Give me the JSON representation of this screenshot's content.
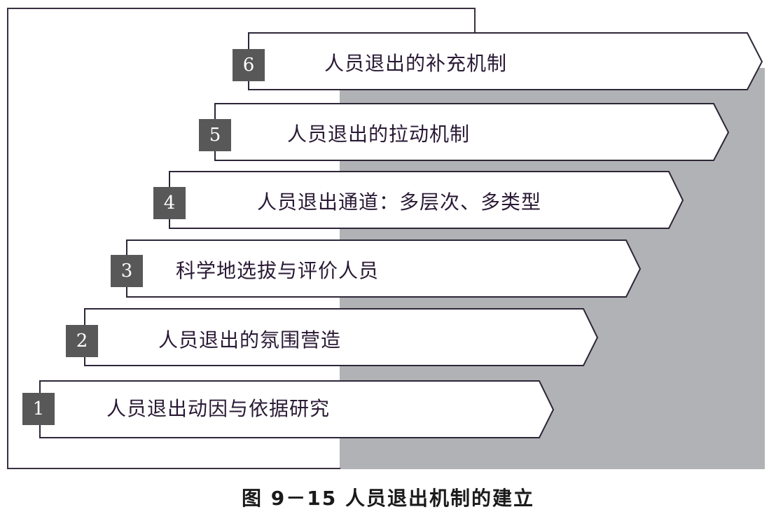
{
  "diagram": {
    "title": "人员退出机制的建立",
    "caption_prefix": "图 9－15",
    "caption": "图 9－15   人员退出机制的建立",
    "colors": {
      "shadow_gray": "#b1b2b5",
      "number_box": "#585858",
      "outline": "#2e2638",
      "text": "#2a1a35"
    },
    "steps": [
      {
        "number": "1",
        "label": "人员退出动因与依据研究"
      },
      {
        "number": "2",
        "label": "人员退出的氛围营造"
      },
      {
        "number": "3",
        "label": "科学地选拔与评价人员"
      },
      {
        "number": "4",
        "label": "人员退出通道：多层次、多类型"
      },
      {
        "number": "5",
        "label": "人员退出的拉动机制"
      },
      {
        "number": "6",
        "label": "人员退出的补充机制"
      }
    ]
  }
}
